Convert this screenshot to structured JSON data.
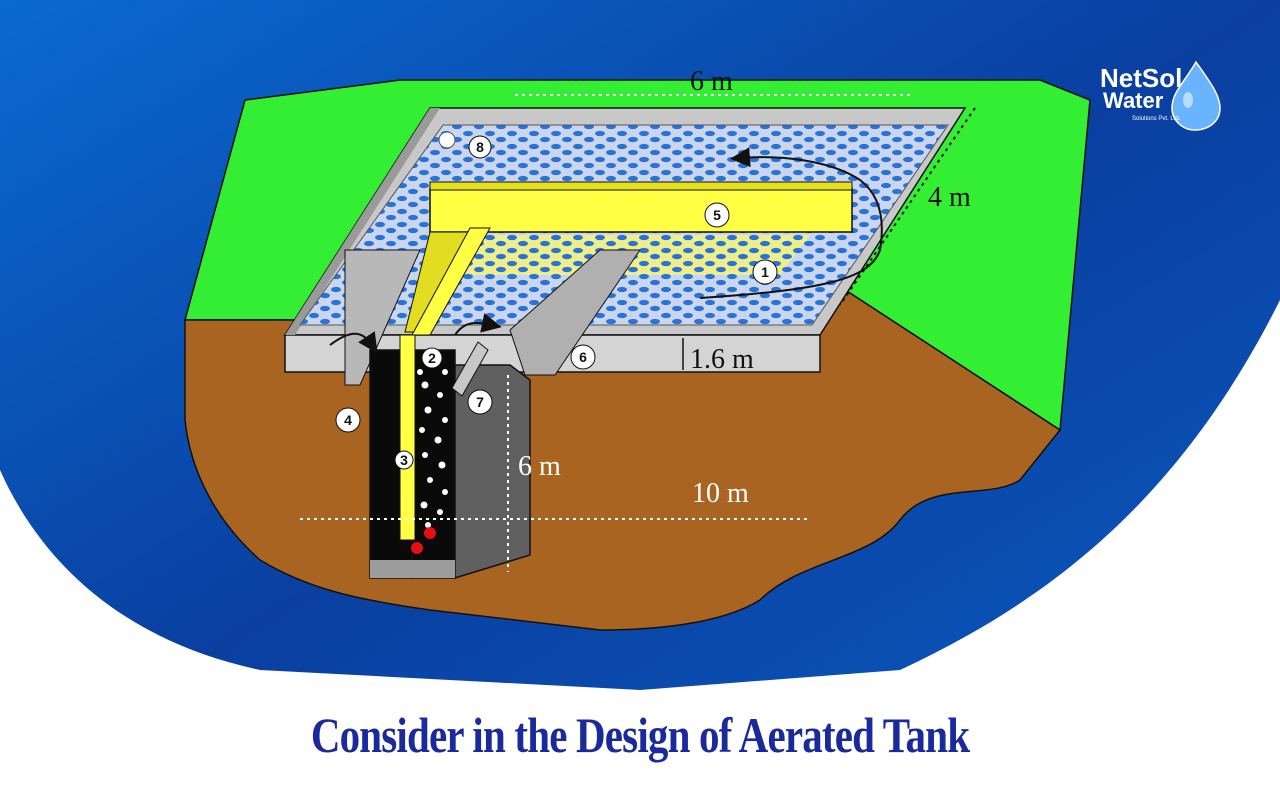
{
  "caption": "Consider in the Design of Aerated Tank",
  "logo": {
    "line1": "NetSol",
    "line2": "Water",
    "subtitle": "Solutions Pvt. Ltd."
  },
  "dimensions": {
    "top_length": "6 m",
    "width": "4 m",
    "depth_shallow": "1.6 m",
    "depth_deep": "6 m",
    "total_length": "10 m"
  },
  "callouts": [
    "1",
    "2",
    "3",
    "4",
    "5",
    "6",
    "7",
    "8"
  ],
  "colors": {
    "background_blue": "#0a4aa8",
    "grass": "#33ee33",
    "soil": "#a86420",
    "water": "#2f7bd8",
    "beam": "#ffff44",
    "caption": "#1a2a9c"
  }
}
